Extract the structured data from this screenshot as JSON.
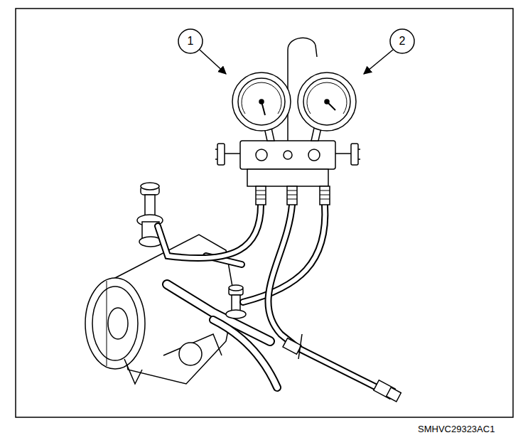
{
  "diagram": {
    "labels": [
      "1",
      "2",
      "SMHVC29323AC1"
    ]
  }
}
